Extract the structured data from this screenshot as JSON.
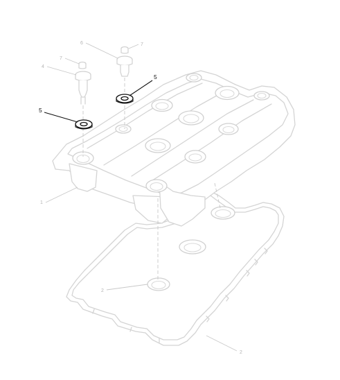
{
  "diagram": {
    "callouts": {
      "bolt_long": "4",
      "bolt_short": "6",
      "cap_left": "7",
      "cap_right": "7",
      "washer_top": "5",
      "washer_left": "5",
      "cover": "1",
      "gasket_plug": "2",
      "gasket": "2"
    }
  }
}
